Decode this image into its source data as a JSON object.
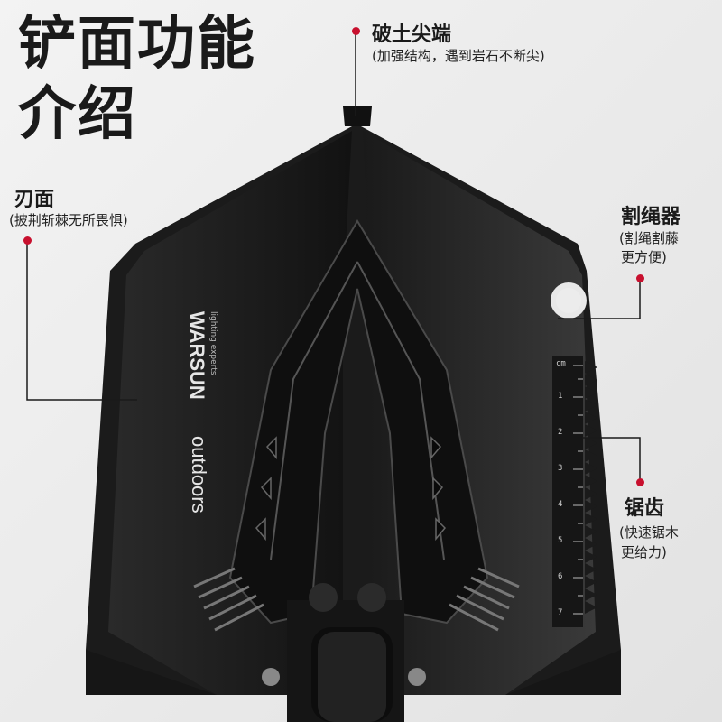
{
  "page_title": "铲面功能介绍",
  "callouts": {
    "tip": {
      "title": "破土尖端",
      "desc": "(加强结构，遇到岩石不断尖)"
    },
    "blade": {
      "title": "刃面",
      "desc": "(披荆斩棘无所畏惧)"
    },
    "rope_cutter": {
      "title": "割绳器",
      "desc_line1": "(割绳割藤",
      "desc_line2": "更方便)"
    },
    "saw": {
      "title": "锯齿",
      "desc_line1": "(快速锯木",
      "desc_line2": "更给力)"
    }
  },
  "brand": {
    "name": "WARSUN",
    "tagline": "lighting experts",
    "sub": "outdoors"
  },
  "ruler": {
    "unit": "cm",
    "ticks": [
      "1",
      "2",
      "3",
      "4",
      "5",
      "6",
      "7"
    ]
  },
  "colors": {
    "accent": "#c8102e",
    "shovel": "#1b1b1b",
    "background": "#ececec"
  }
}
